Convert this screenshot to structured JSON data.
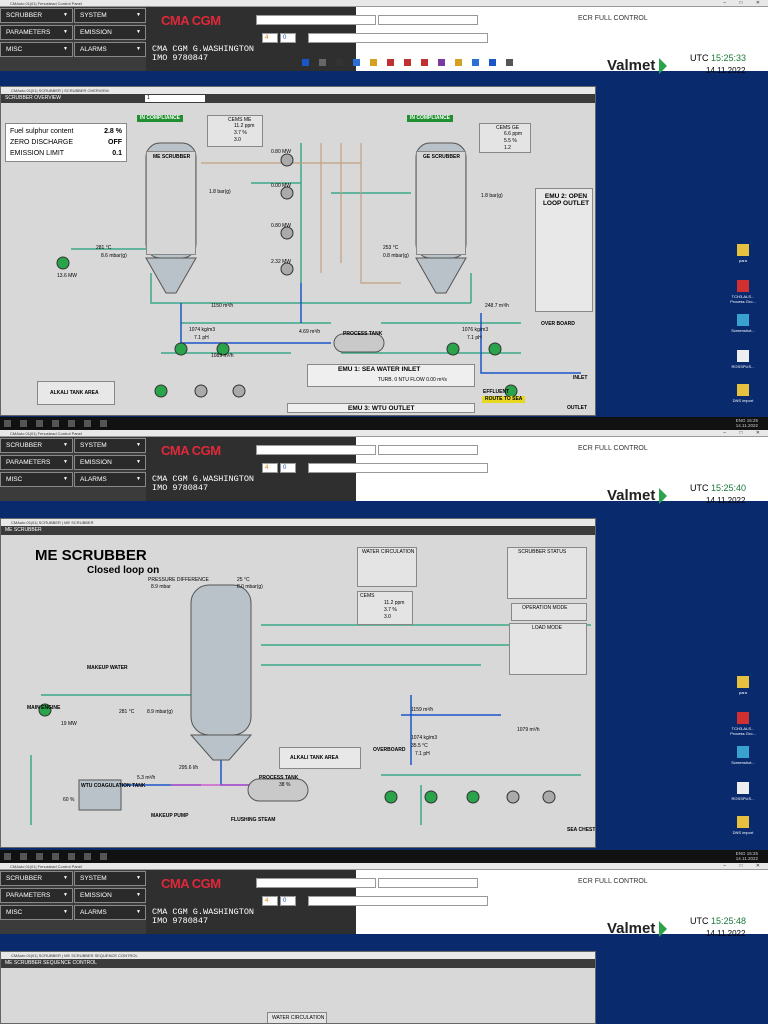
{
  "header": {
    "window_title": "CMAuto 01|01| Fenustead Control Panel",
    "nav": [
      {
        "label": "SCRUBBER"
      },
      {
        "label": "SYSTEM"
      },
      {
        "label": "PARAMETERS"
      },
      {
        "label": "EMISSION"
      },
      {
        "label": "MISC"
      },
      {
        "label": "ALARMS"
      }
    ],
    "brand": "CMA CGM",
    "ship_name": "CMA CGM G.WASHINGTON",
    "imo": "IMO 9780847",
    "counter_a": "4",
    "counter_b": "0",
    "status": "ECR FULL CONTROL",
    "vendor": "Valmet",
    "utc_label": "UTC",
    "date": "14.11.2022"
  },
  "times": [
    "15:25:33",
    "15:25:40",
    "15:25:48"
  ],
  "panel1": {
    "window_title": "CMAuto 01|01| SCRUBBER | SCRUBBER OVERVIEW",
    "bar_label": "SCRUBBER OVERVIEW",
    "bar_input": "1",
    "fuel_sulphur_label": "Fuel sulphur content",
    "fuel_sulphur_value": "2.8 %",
    "zero_discharge_label": "ZERO DISCHARGE",
    "zero_discharge_value": "OFF",
    "emission_limit_label": "EMISSION LIMIT",
    "emission_limit_value": "0.1",
    "compliance_left": "IN COMPLIANCE",
    "compliance_right": "IN COMPLIANCE",
    "cems_me": {
      "title": "CEMS ME",
      "so2": "11.2 ppm",
      "co2": "3.7 %",
      "so2co2": "3.0"
    },
    "cems_ge": {
      "title": "CEMS GE",
      "so2": "6.6 ppm",
      "co2": "5.5 %",
      "so2co2": "1.2"
    },
    "me_scrubber": "ME SCRUBBER",
    "ge_scrubber": "GE SCRUBBER",
    "me_flow": "1.8 bar(g)",
    "ge_flow": "1.8 bar(g)",
    "motor_temp": "281 °C",
    "motor_pres": "8.6 mbar(g)",
    "motor_power": "13.6 MW",
    "ge_temp": "253 °C",
    "ge_pres": "0.8 mbar(g)",
    "process_tank": "PROCESS TANK",
    "flow_tank": "4.69 m³/h",
    "flow_1150": "1150 m³/h",
    "flow_1089": "1089 m³/h",
    "flow_2487": "248.7 m³/h",
    "density_left": "1074 kg/m3",
    "ph_left": "7.1 pH",
    "density_right": "1076 kg/m3",
    "ph_right": "7.1 pH",
    "emu1": "EMU 1: SEA WATER INLET",
    "emu1_turb": "0 NTU",
    "emu1_flow": "0.00 m³/s",
    "emu2_title": "EMU 2: OPEN LOOP OUTLET",
    "emu3": "EMU 3: WTU OUTLET",
    "alkali": "ALKALI TANK AREA",
    "effluent": "EFFLUENT",
    "route": "ROUTE TO SEA",
    "overboard": "OVER BOARD",
    "inlet": "INLET",
    "outlet": "OUTLET",
    "power": [
      "0.80 MW",
      "0.00 MW",
      "0.80 MW",
      "2.32 MW"
    ]
  },
  "panel2": {
    "window_title": "CMAuto 01|01| SCRUBBER | ME SCRUBBER",
    "bar_label": "ME SCRUBBER",
    "title": "ME SCRUBBER",
    "subtitle": "Closed loop on",
    "pressure_diff_label": "PRESSURE DIFFERENCE",
    "pressure_diff": "8.9 mbar",
    "top_temp": "25 °C",
    "top_pres": "8.0 mbar(g)",
    "water_circ": "WATER CIRCULATION",
    "scrubber_status": "SCRUBBER STATUS",
    "operation_mode": "OPERATION MODE",
    "load_mode": "LOAD MODE",
    "cems": {
      "title": "CEMS",
      "so2": "11.2 ppm",
      "co2": "3.7 %",
      "so2co2": "3.0"
    },
    "makeup_water": "MAKEUP WATER",
    "main_engine": "MAIN ENGINE",
    "engine_power": "19 MW",
    "engine_temp": "281 °C",
    "engine_pres": "8.9 mbar(g)",
    "alkali": "ALKALI TANK AREA",
    "overboard": "OVERBOARD",
    "flow_1159": "1159 m³/h",
    "flow_1079": "1079 m³/h",
    "density": "1074 kg/m3",
    "temp": "35.5 °C",
    "ph": "7.1 pH",
    "process_tank": "PROCESS TANK",
    "level": "38 %",
    "sea_chest": "SEA CHEST",
    "flushing": "FLUSHING STEAM",
    "makeup_pump": "MAKEUP PUMP",
    "wtu": "WTU COAGULATION TANK",
    "wtu_level": "60 %",
    "alkali_flow": "5.3 m³/h",
    "flow_2956": "295.6 l/h"
  },
  "panel3": {
    "window_title": "CMAuto 01|01| SCRUBBER | ME SCRUBBER SEQUENCE CONTROL",
    "bar_label": "ME SCRUBBER SEQUENCE CONTROL",
    "water_circ": "WATER CIRCULATION"
  },
  "desktop": [
    "para",
    "TCH3-ALS... Process Gro...",
    "Screenshot...",
    "ROSSPUS...",
    "DNS import"
  ],
  "taskbar": {
    "lang": "ENG",
    "clock": "15:25",
    "date": "14.11.2022"
  }
}
